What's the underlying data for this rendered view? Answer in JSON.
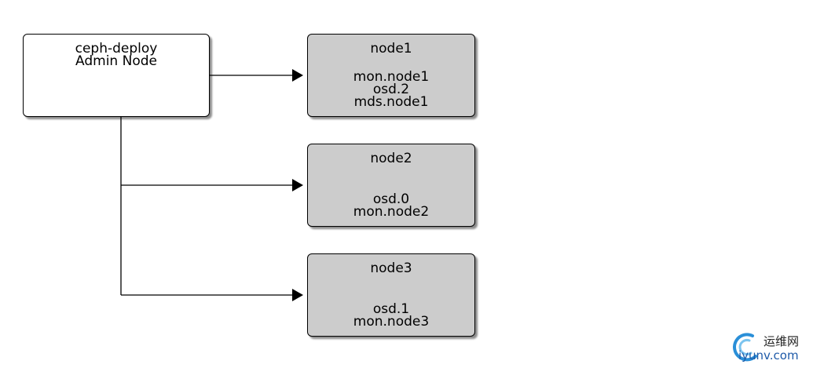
{
  "admin_node": {
    "line1": "ceph-deploy",
    "line2": "Admin Node"
  },
  "nodes": [
    {
      "name": "node1",
      "services": [
        "mon.node1",
        "osd.2",
        "mds.node1"
      ]
    },
    {
      "name": "node2",
      "services": [
        "osd.0",
        "mon.node2"
      ]
    },
    {
      "name": "node3",
      "services": [
        "osd.1",
        "mon.node3"
      ]
    }
  ],
  "colors": {
    "admin_fill": "#ffffff",
    "node_fill": "#cccccc",
    "line": "#000000"
  },
  "watermark": {
    "cn": "运维网",
    "en": "iyunv.com"
  }
}
